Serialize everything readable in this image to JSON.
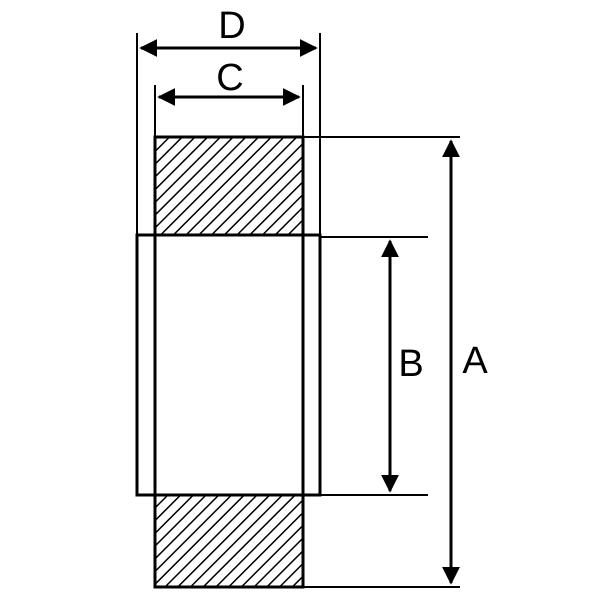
{
  "diagram": {
    "labels": {
      "outer_diameter": "A",
      "inner_diameter": "B",
      "inner_width": "C",
      "outer_width": "D"
    },
    "colors": {
      "stroke": "#000000",
      "background": "#ffffff",
      "hatch": "#000000"
    }
  }
}
